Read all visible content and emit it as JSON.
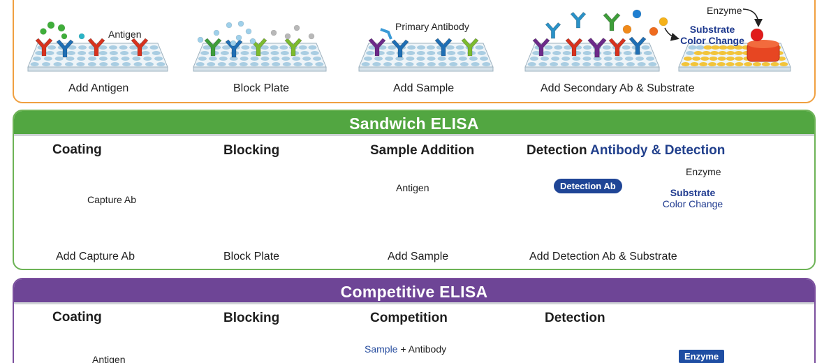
{
  "colors": {
    "indirect_border": "#f0a040",
    "sandwich_header": "#52a641",
    "competitive_header": "#6e4596",
    "accent_blue": "#203f8c"
  },
  "indirect": {
    "steps": [
      {
        "label": "Antigen",
        "caption": "Add Antigen"
      },
      {
        "caption": "Block Plate"
      },
      {
        "label": "Primary Antibody",
        "caption": "Add Sample"
      },
      {
        "caption": "Add Secondary Ab & Substrate",
        "enzyme_label": "Enzyme",
        "substrate_label_1": "Substrate",
        "substrate_label_2": "Color Change"
      }
    ]
  },
  "sandwich": {
    "title": "Sandwich ELISA",
    "steps": [
      {
        "title": "Coating",
        "label": "Capture Ab",
        "caption": "Add Capture Ab"
      },
      {
        "title": "Blocking",
        "caption": "Block Plate"
      },
      {
        "title": "Sample Addition",
        "label": "Antigen",
        "caption": "Add Sample"
      },
      {
        "title": "Detection",
        "title_accent": "Antibody & Detection",
        "pill": "Detection Ab",
        "enzyme_label": "Enzyme",
        "substrate_label_1": "Substrate",
        "substrate_label_2": "Color Change",
        "caption": "Add Detection Ab & Substrate"
      }
    ]
  },
  "competitive": {
    "title": "Competitive ELISA",
    "steps": [
      {
        "title": "Coating",
        "label": "Antigen"
      },
      {
        "title": "Blocking"
      },
      {
        "title": "Competition",
        "label_sample": "Sample",
        "label_plus": " + Antibody"
      },
      {
        "title": "Detection",
        "enzyme_box": "Enzyme"
      }
    ]
  }
}
